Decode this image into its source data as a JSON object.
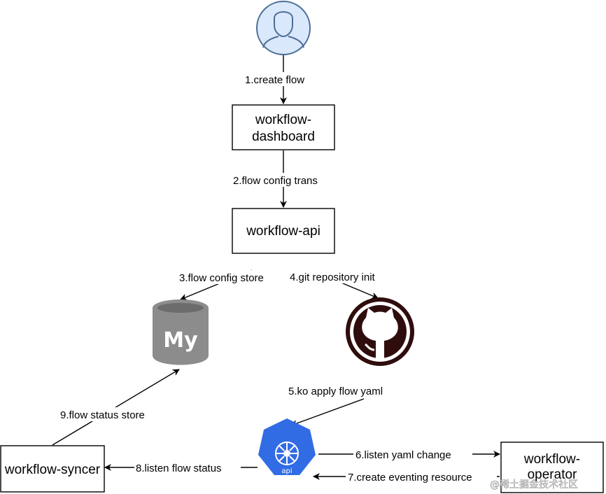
{
  "diagram": {
    "nodes": {
      "user": {
        "icon": "user-icon"
      },
      "dashboard": {
        "line1": "workflow-",
        "line2": "dashboard"
      },
      "api": {
        "label": "workflow-api"
      },
      "mysql": {
        "icon": "mysql-icon",
        "logo_text": "My"
      },
      "github": {
        "icon": "github-icon"
      },
      "k8s_api": {
        "icon": "kubernetes-api-icon",
        "logo_text": "api"
      },
      "syncer": {
        "label": "workflow-syncer"
      },
      "operator": {
        "line1": "workflow-",
        "line2": "operator"
      }
    },
    "edges": {
      "e1": "1.create flow",
      "e2": "2.flow config trans",
      "e3": "3.flow  config store",
      "e4": "4.git repository init",
      "e5": "5.ko apply flow yaml",
      "e6": "6.listen yaml change",
      "e7": "7.create eventing resource",
      "e8": "8.listen flow status",
      "e9": "9.flow status store"
    },
    "watermark": "@稀土掘金技术社区"
  },
  "colors": {
    "user_fill": "#dae8fc",
    "user_stroke": "#4d6f96",
    "mysql_gray": "#8c8c8c",
    "github_dark": "#300d0d",
    "k8s_blue": "#326ce5"
  }
}
